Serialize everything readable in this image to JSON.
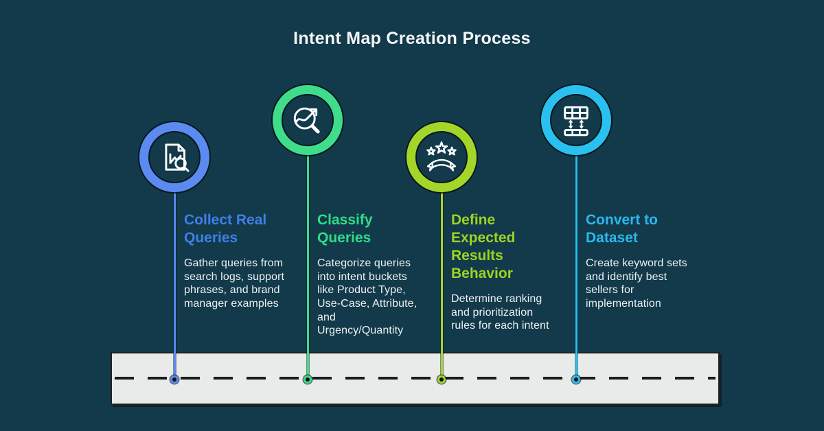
{
  "title": "Intent Map Creation Process",
  "colors": {
    "background": "#123a4a",
    "title_text": "#f3f6f7",
    "body_text": "#edf1f2",
    "road_fill": "#e9eaea",
    "road_dash": "#1c1c1c",
    "road_border": "#212121"
  },
  "steps": [
    {
      "heading": "Collect Real\nQueries",
      "body": "Gather queries from\nsearch logs, support\nphrases, and brand\nmanager examples",
      "accent_color": "#5b8bf0",
      "heading_color": "#3f7fe8",
      "icon": "document-chart-search-icon"
    },
    {
      "heading": "Classify\nQueries",
      "body": "Categorize queries\ninto intent buckets\nlike Product Type,\nUse-Case, Attribute,\nand\nUrgency/Quantity",
      "accent_color": "#3edc8b",
      "heading_color": "#2edc86",
      "icon": "magnifier-trend-arrow-icon"
    },
    {
      "heading": "Define\nExpected\nResults\nBehavior",
      "body": "Determine ranking\nand prioritization\nrules for each intent",
      "accent_color": "#a4d62a",
      "heading_color": "#9fd322",
      "icon": "stars-ribbon-icon"
    },
    {
      "heading": "Convert to\nDataset",
      "body": "Create keyword sets\nand identify best\nsellers for\nimplementation",
      "accent_color": "#29c1f0",
      "heading_color": "#29b9ef",
      "icon": "table-rows-sort-icon"
    }
  ]
}
